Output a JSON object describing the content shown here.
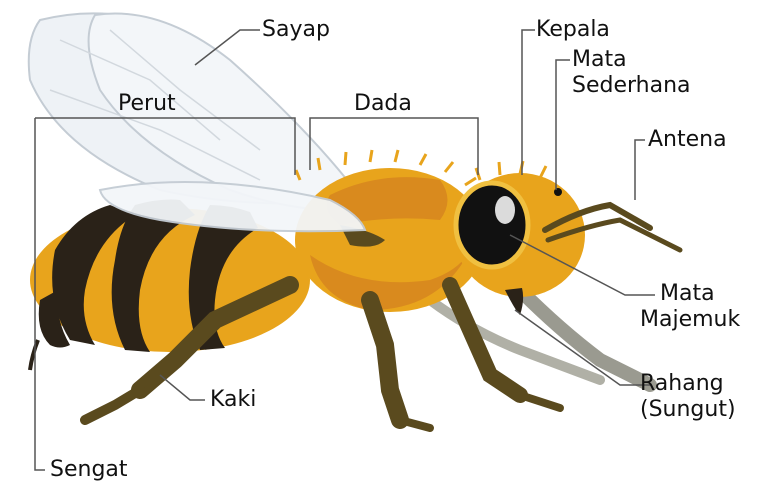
{
  "diagram": {
    "labels": {
      "sayap": "Sayap",
      "perut": "Perut",
      "dada": "Dada",
      "kepala": "Kepala",
      "mata_sederhana_1": "Mata",
      "mata_sederhana_2": "Sederhana",
      "antena": "Antena",
      "mata_majemuk_1": "Mata",
      "mata_majemuk_2": "Majemuk",
      "rahang_1": "Rahang",
      "rahang_2": "(Sungut)",
      "kaki": "Kaki",
      "sengat": "Sengat"
    },
    "colors": {
      "body_yellow": "#e8a41c",
      "body_orange": "#d98a1e",
      "stripe_dark": "#2a2218",
      "leg_olive": "#5a4a1e",
      "eye_black": "#111111",
      "wing_fill": "#eef2f6",
      "leader_line": "#555555"
    }
  }
}
